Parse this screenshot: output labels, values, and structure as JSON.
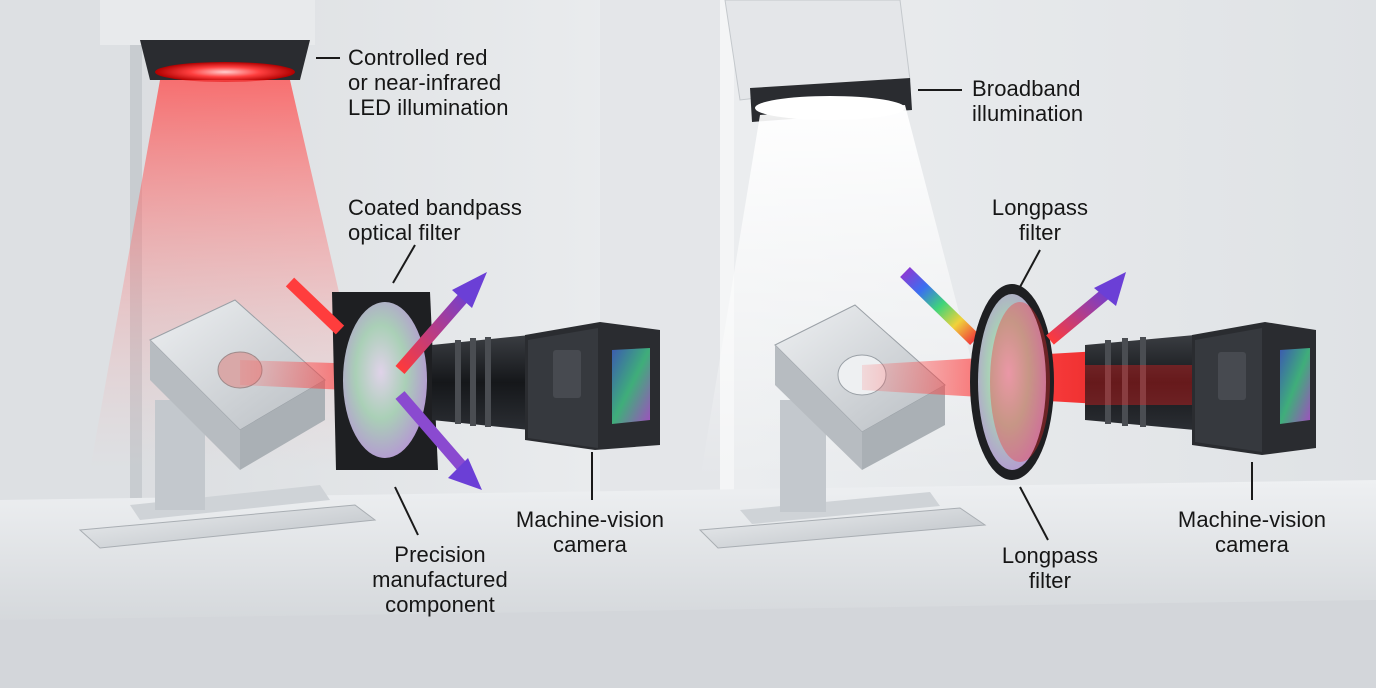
{
  "colors": {
    "led_red": "#ff3b3b",
    "beam_red": "#ff2a2a",
    "reflect_purple": "#7b3fd0",
    "broadband_white": "#ffffff",
    "housing_dark": "#2a2c30",
    "metal_light": "#d9dcdf"
  },
  "left_setup": {
    "led_label": "Controlled red\nor near-infrared\nLED illumination",
    "filter_label": "Coated bandpass\noptical filter",
    "component_label": "Precision\nmanufactured\ncomponent",
    "camera_label": "Machine-vision\ncamera"
  },
  "right_setup": {
    "light_label": "Broadband\nillumination",
    "filter_top_label": "Longpass\nfilter",
    "filter_bottom_label": "Longpass\nfilter",
    "camera_label": "Machine-vision\ncamera"
  },
  "icons": [
    "led-ring-icon",
    "bandpass-filter-icon",
    "longpass-filter-icon",
    "camera-icon",
    "arrow-icon"
  ]
}
